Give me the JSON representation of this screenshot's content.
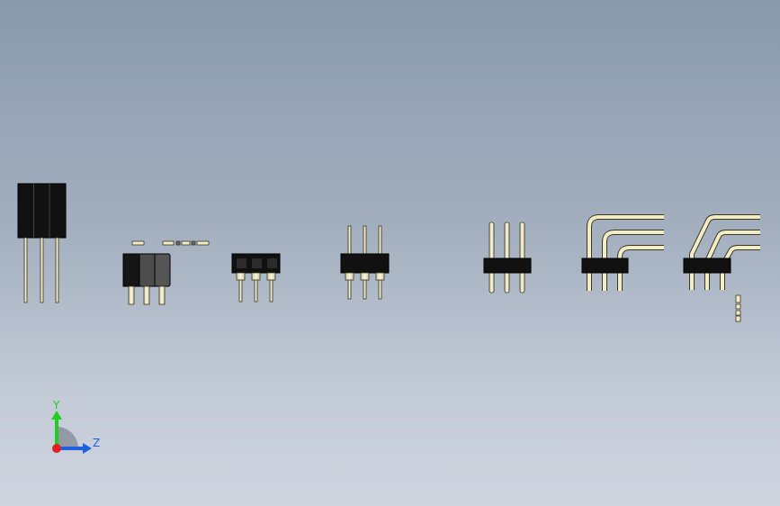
{
  "viewport": {
    "background_top": "#8a9aab",
    "background_bottom": "#cfd5df"
  },
  "colors": {
    "housing": "#111111",
    "housing_highlight": "#3a3a3a",
    "housing_gray": "#4d4d4d",
    "pin_gold": "#f3edc6",
    "pin_outline": "#3b3726",
    "axis_x": "#e02020",
    "axis_y": "#22cc22",
    "axis_z": "#2060e0"
  },
  "triad": {
    "y_label": "Y",
    "z_label": "Z"
  },
  "models": [
    "socket-header-3pin-tall",
    "socket-header-3pin-exploded",
    "socket-header-3pin-short",
    "pin-header-3pin-double",
    "pin-header-3pin-straight",
    "pin-header-3pin-right-angle",
    "pin-header-3pin-angled"
  ]
}
